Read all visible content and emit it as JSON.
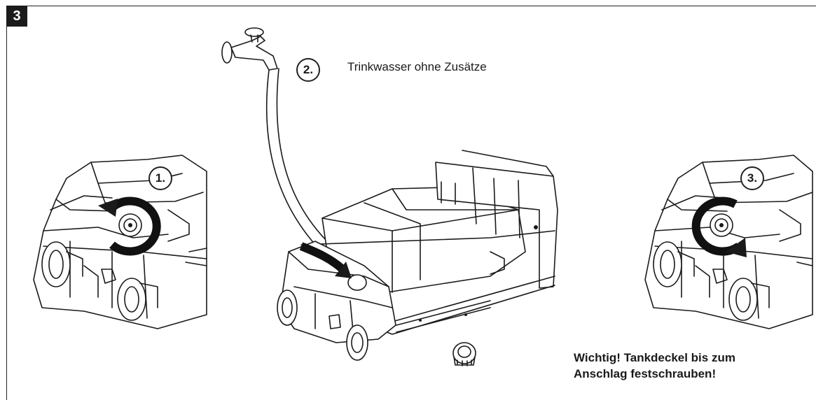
{
  "step": {
    "number": "3"
  },
  "callouts": {
    "step1": "1.",
    "step2": "2.",
    "step3": "3."
  },
  "water_label": "Trinkwasser ohne Zusätze",
  "note": {
    "line1": "Wichtig! Tankdeckel bis zum",
    "line2": "Anschlag festschrauben!"
  },
  "icons": [
    "faucet-icon",
    "hose-icon",
    "counterclockwise-arrow-icon",
    "clockwise-arrow-icon",
    "down-arrow-icon",
    "tank-cap-icon"
  ]
}
